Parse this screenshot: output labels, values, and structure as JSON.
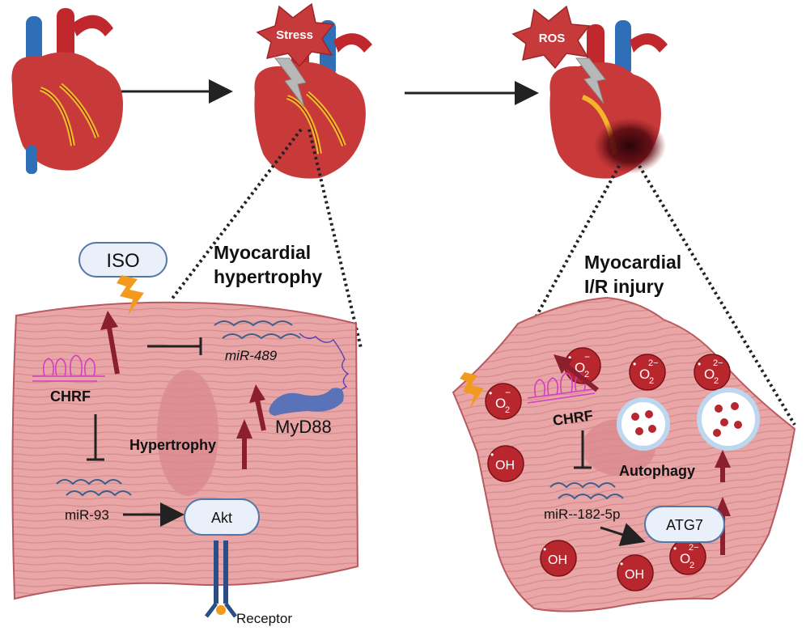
{
  "labels": {
    "stress": "Stress",
    "ros": "ROS",
    "hypertrophy_title_1": "Myocardial",
    "hypertrophy_title_2": "hypertrophy",
    "ir_title_1": "Myocardial",
    "ir_title_2": "I/R injury",
    "iso": "ISO",
    "chrf_left": "CHRF",
    "mir_489": "miR-489",
    "myd88": "MyD88",
    "hypertrophy": "Hypertrophy",
    "mir_93": "miR-93",
    "akt": "Akt",
    "receptor": "Receptor",
    "chrf_right": "CHRF",
    "autophagy": "Autophagy",
    "mir_182": "miR--182-5p",
    "atg7": "ATG7"
  },
  "radicals": {
    "superoxide_base": "O",
    "superoxide_sub": "2",
    "superoxide_minus": "−",
    "superoxide_dianion_sup": "2−",
    "hydroxyl": "OH",
    "radical_dot": "•"
  },
  "colors": {
    "heart_red": "#c8393a",
    "heart_dark": "#8e2024",
    "vessel_blue": "#2f6fb8",
    "vessel_red": "#c0282e",
    "muscle_pink": "#e9a6a6",
    "muscle_stripe": "#d88a8d",
    "muscle_outline": "#b85a60",
    "arrow_maroon": "#8b1f2e",
    "burst_red": "#c73a3c",
    "bolt_orange": "#f29a1d",
    "rna_blue": "#3a5f8c",
    "lnc_magenta": "#d23fc4",
    "myd88_blue": "#5a72b8",
    "pill_fill": "#eaf0fa",
    "pill_stroke": "#5577a8",
    "radical_red": "#b8262e",
    "vesicle_blue": "#bcd7ee"
  }
}
